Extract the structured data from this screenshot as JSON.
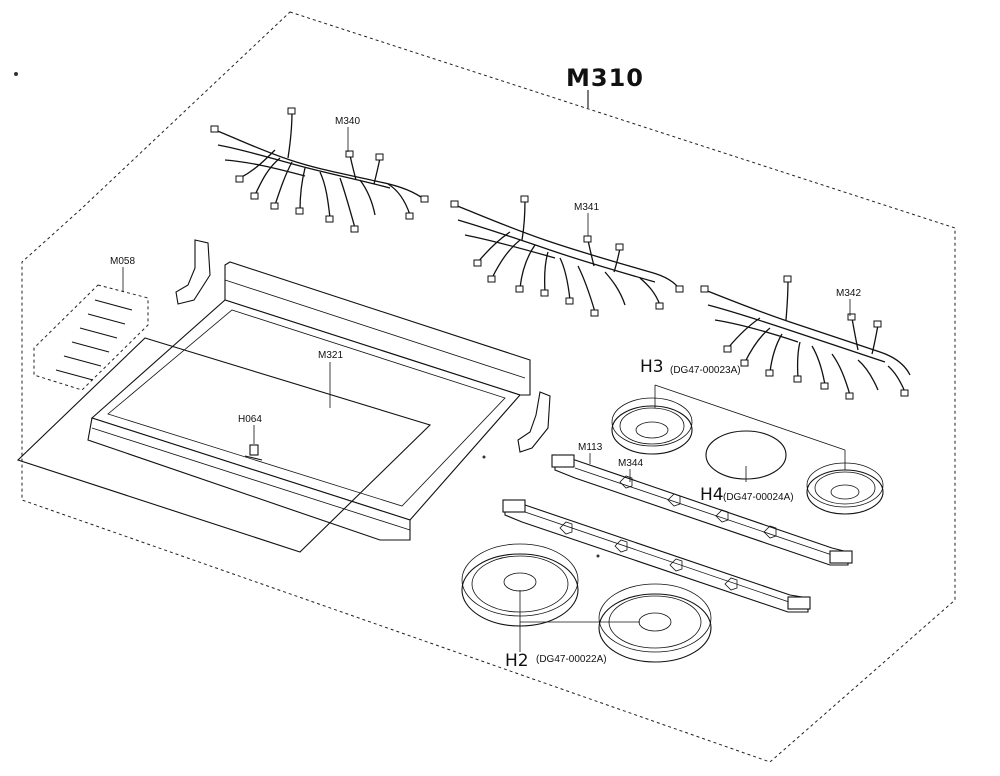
{
  "assembly_label": "M310",
  "parts": {
    "harness_1": "M340",
    "harness_2": "M341",
    "harness_3": "M342",
    "vent_trim": "M058",
    "cooktop_glass": "M321",
    "bracket_clip": "H064",
    "burner_bracket": "M113",
    "limiter": "M344",
    "element_h3_code": "H3",
    "element_h3_part": "(DG47-00023A)",
    "element_h4_code": "H4",
    "element_h4_part": "(DG47-00024A)",
    "element_h2_code": "H2",
    "element_h2_part": "(DG47-00022A)"
  }
}
